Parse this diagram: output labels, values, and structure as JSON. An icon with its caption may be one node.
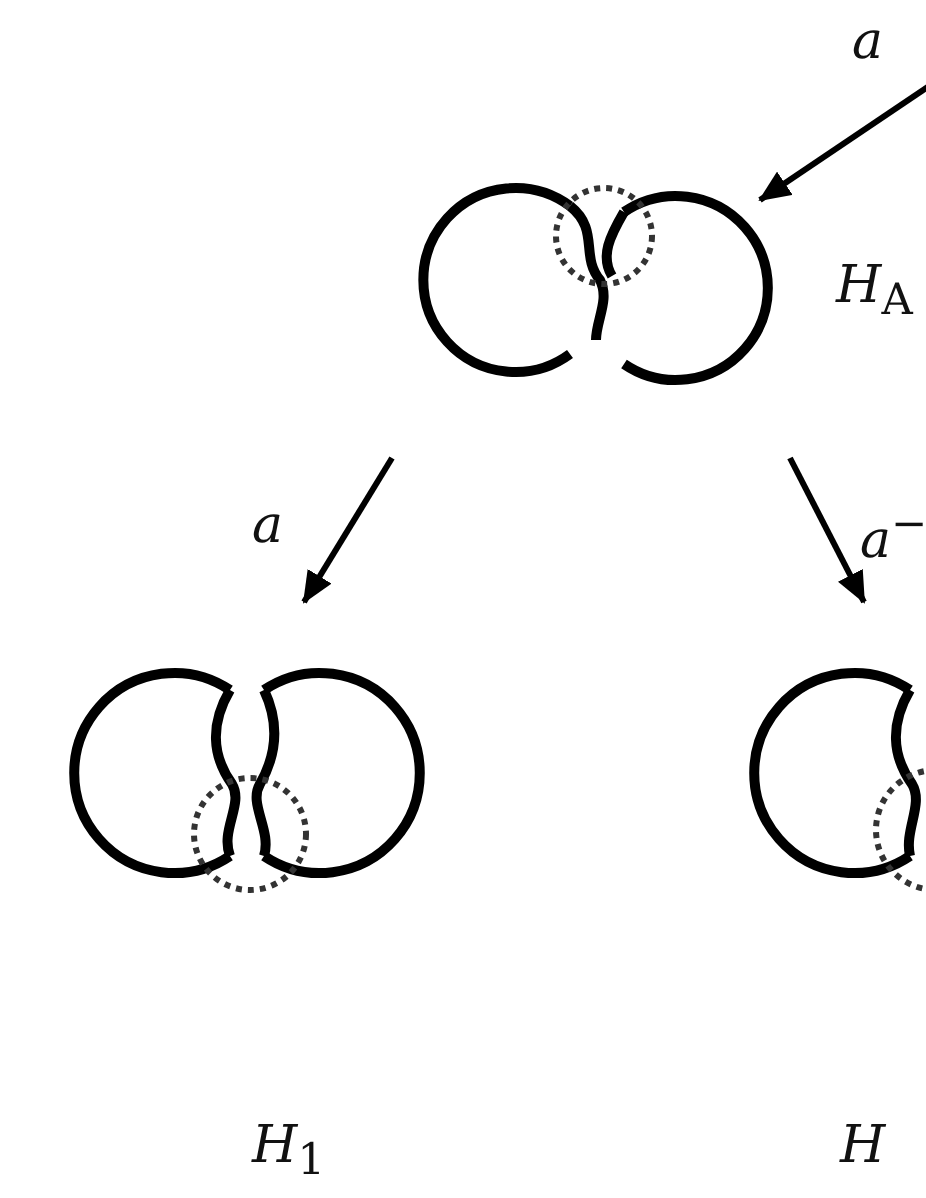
{
  "diagram": {
    "nodes": [
      {
        "text": [],
        "shape": "picture",
        "beside": [
          "*H*$_{A}$"
        ]
      },
      {
        "text": [],
        "shape": "picture"
      },
      {
        "text": [],
        "shape": "picture"
      }
    ],
    "labels": [
      "*H*$_{1}$",
      "*H*"
    ],
    "edges": [
      {
        "from": null,
        "to": 0,
        "arrow": "to",
        "label": "*a*"
      },
      {
        "from": 0,
        "to": 1,
        "arrow": "to",
        "label": "*a*"
      },
      {
        "from": 0,
        "to": 2,
        "arrow": "to",
        "label": "*a*$^{−}$"
      }
    ]
  }
}
